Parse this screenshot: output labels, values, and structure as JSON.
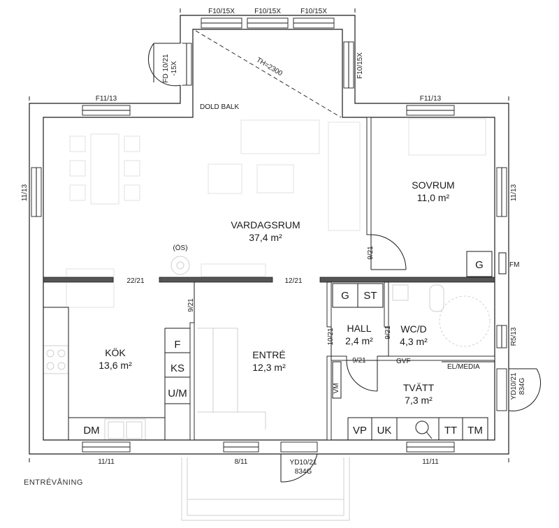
{
  "rooms": {
    "vardagsrum": {
      "name": "VARDAGSRUM",
      "area": "37,4 m²"
    },
    "sovrum": {
      "name": "SOVRUM",
      "area": "11,0 m²"
    },
    "kok": {
      "name": "KÖK",
      "area": "13,6 m²"
    },
    "entre": {
      "name": "ENTRÉ",
      "area": "12,3 m²"
    },
    "hall": {
      "name": "HALL",
      "area": "2,4 m²"
    },
    "wcd": {
      "name": "WC/D",
      "area": "4,3 m²"
    },
    "tvatt": {
      "name": "TVÄTT",
      "area": "7,3 m²"
    }
  },
  "windows": {
    "top1": "F10/15X",
    "top2": "F10/15X",
    "top3": "F10/15X",
    "right_bay": "F10/15X",
    "left_top": "F11/13",
    "right_top": "F11/13",
    "left_side": "11/13",
    "right_side": "11/13",
    "right_r5": "R5/13",
    "bottom_left": "11/11",
    "bottom_mid": "8/11",
    "bottom_right": "11/11"
  },
  "doors": {
    "fd_line1": "FD 10/21",
    "fd_line2": "-15X",
    "d22": "22/21",
    "d12": "12/21",
    "d9_bed": "9/21",
    "d9_entre": "9/21",
    "d9_wc": "9/21",
    "d10_hall": "10/21",
    "d9_tvatt": "9/21",
    "yd_right_1": "YD10/21",
    "yd_right_2": "834G",
    "yd_bottom_1": "YD10/21",
    "yd_bottom_2": "834G"
  },
  "annotations": {
    "dold_balk": "DOLD BALK",
    "th": "TH=2300",
    "os": "(ÖS)",
    "gvf": "GVF",
    "el_media": "EL/MEDIA",
    "fm": "FM",
    "vm": "VM"
  },
  "fixtures": {
    "g_bed": "G",
    "g_hall": "G",
    "st": "ST",
    "f": "F",
    "ks": "KS",
    "um": "U/M",
    "dm": "DM",
    "vp": "VP",
    "uk": "UK",
    "tt": "TT",
    "tm": "TM"
  },
  "footer": "ENTRÉVÅNING"
}
